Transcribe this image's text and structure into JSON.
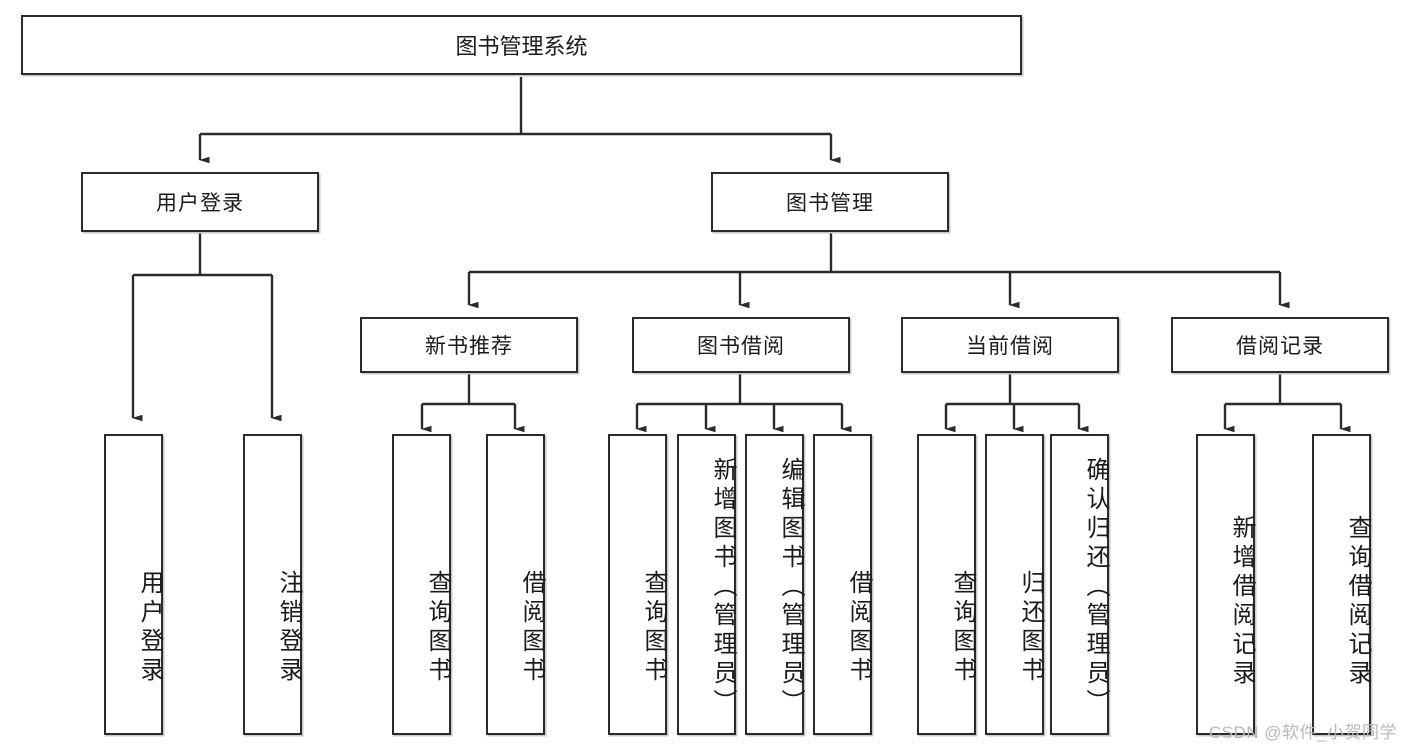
{
  "diagram": {
    "title_node": {
      "label": "图书管理系统"
    },
    "level1": [
      {
        "id": "user-login",
        "label": "用户登录"
      },
      {
        "id": "book-management",
        "label": "图书管理"
      }
    ],
    "level2": [
      {
        "id": "new-book-recommend",
        "label": "新书推荐"
      },
      {
        "id": "book-borrow",
        "label": "图书借阅"
      },
      {
        "id": "current-borrow",
        "label": "当前借阅"
      },
      {
        "id": "borrow-record",
        "label": "借阅记录"
      }
    ],
    "leaves": {
      "user_login": [
        {
          "id": "leaf-user-login",
          "label": "用户登录"
        },
        {
          "id": "leaf-logout-login",
          "label": "注销登录"
        }
      ],
      "new_book_recommend": [
        {
          "id": "leaf-query-book-1",
          "label": "查询图书"
        },
        {
          "id": "leaf-borrow-book-1",
          "label": "借阅图书"
        }
      ],
      "book_borrow": [
        {
          "id": "leaf-query-book-2",
          "label": "查询图书"
        },
        {
          "id": "leaf-add-book-admin",
          "label": "新增图书（管理员）"
        },
        {
          "id": "leaf-edit-book-admin",
          "label": "编辑图书（管理员）"
        },
        {
          "id": "leaf-borrow-book-2",
          "label": "借阅图书"
        }
      ],
      "current_borrow": [
        {
          "id": "leaf-query-book-3",
          "label": "查询图书"
        },
        {
          "id": "leaf-return-book",
          "label": "归还图书"
        },
        {
          "id": "leaf-confirm-return-admin",
          "label": "确认归还（管理员）"
        }
      ],
      "borrow_record": [
        {
          "id": "leaf-add-borrow-record",
          "label": "新增借阅记录"
        },
        {
          "id": "leaf-query-borrow-record",
          "label": "查询借阅记录"
        }
      ]
    },
    "watermark": "CSDN @软件_小贺同学",
    "colors": {
      "border": "#2b2b2b",
      "text": "#1b1b1b",
      "background": "#ffffff",
      "watermark": "#b9b9b9"
    }
  }
}
